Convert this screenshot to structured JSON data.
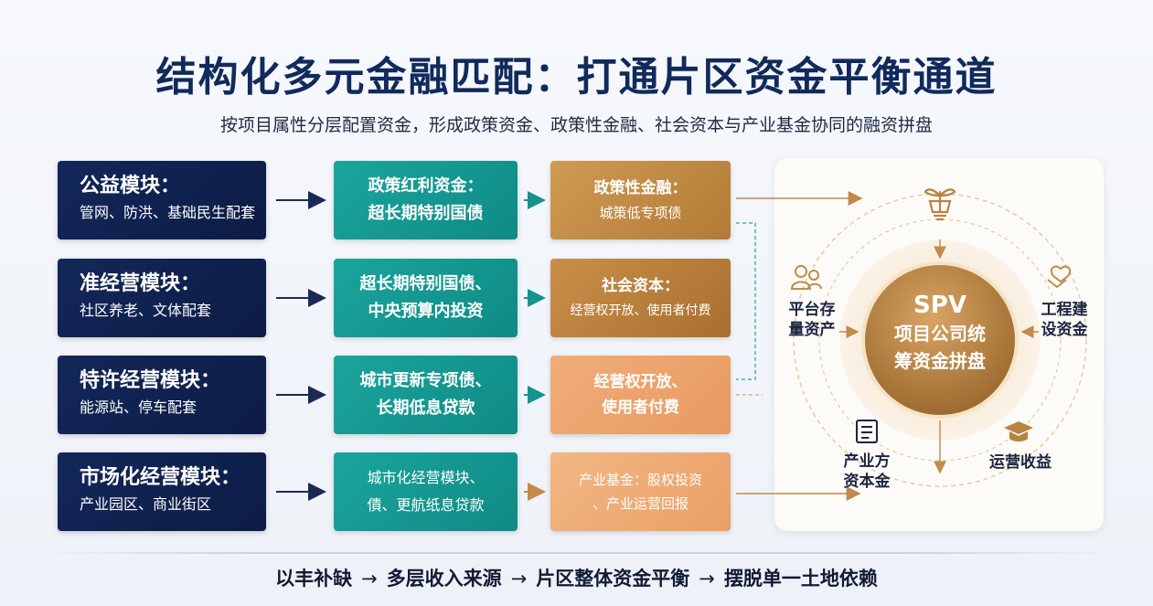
{
  "title": "结构化多元金融匹配：打通片区资金平衡通道",
  "subtitle": "按项目属性分层配置资金，形成政策资金、政策性金融、社会资本与产业基金协同的融资拼盘",
  "modules": [
    {
      "title": "公益模块：",
      "sub": "管网、防洪、基础民生配套"
    },
    {
      "title": "准经营模块：",
      "sub": "社区养老、文体配套"
    },
    {
      "title": "特许经营模块：",
      "sub": "能源站、停车配套"
    },
    {
      "title": "市场化经营模块：",
      "sub": "产业园区、商业街区"
    }
  ],
  "policy_funds": [
    {
      "line1": "政策红利资金：",
      "line2": "超长期特别国债"
    },
    {
      "line1": "超长期特别国债、",
      "line2": "中央预算内投资"
    },
    {
      "line1": "城市更新专项债、",
      "line2": "长期低息贷款"
    },
    {
      "line1": "城市化经营模块、",
      "line2": "債、更航纸息贷款"
    }
  ],
  "financing": [
    {
      "title": "政策性金融：",
      "sub": "城策低专项债"
    },
    {
      "title": "社会资本：",
      "sub": "经营权开放、使用者付费"
    },
    {
      "title": "经营权开放、",
      "sub": "使用者付费"
    },
    {
      "title": "产业基金：股权投资",
      "sub": "、产业运营回报"
    }
  ],
  "spv": {
    "line1": "SPV",
    "line2": "项目公司统",
    "line3": "筹资金拼盘"
  },
  "circle_labels": {
    "left_l1": "平台存",
    "left_l2": "量资产",
    "right_l1": "工程建",
    "right_l2": "设资金",
    "bottom_left_l1": "产业方",
    "bottom_left_l2": "资本金",
    "bottom_right": "运营收益"
  },
  "icons": {
    "top": "plant-hand-icon",
    "left": "people-icon",
    "right": "handshake-heart-icon",
    "bottom_left": "document-icon",
    "bottom_right": "graduation-cap-icon"
  },
  "bottom_flow": [
    "以丰补缺",
    "多层收入来源",
    "片区整体资金平衡",
    "摆脱单一土地依赖"
  ],
  "bottom_arrow": "→",
  "colors": {
    "navy": "#0c1c45",
    "teal": "#12968f",
    "gold": "#b88240",
    "peach": "#ee a46c"
  }
}
